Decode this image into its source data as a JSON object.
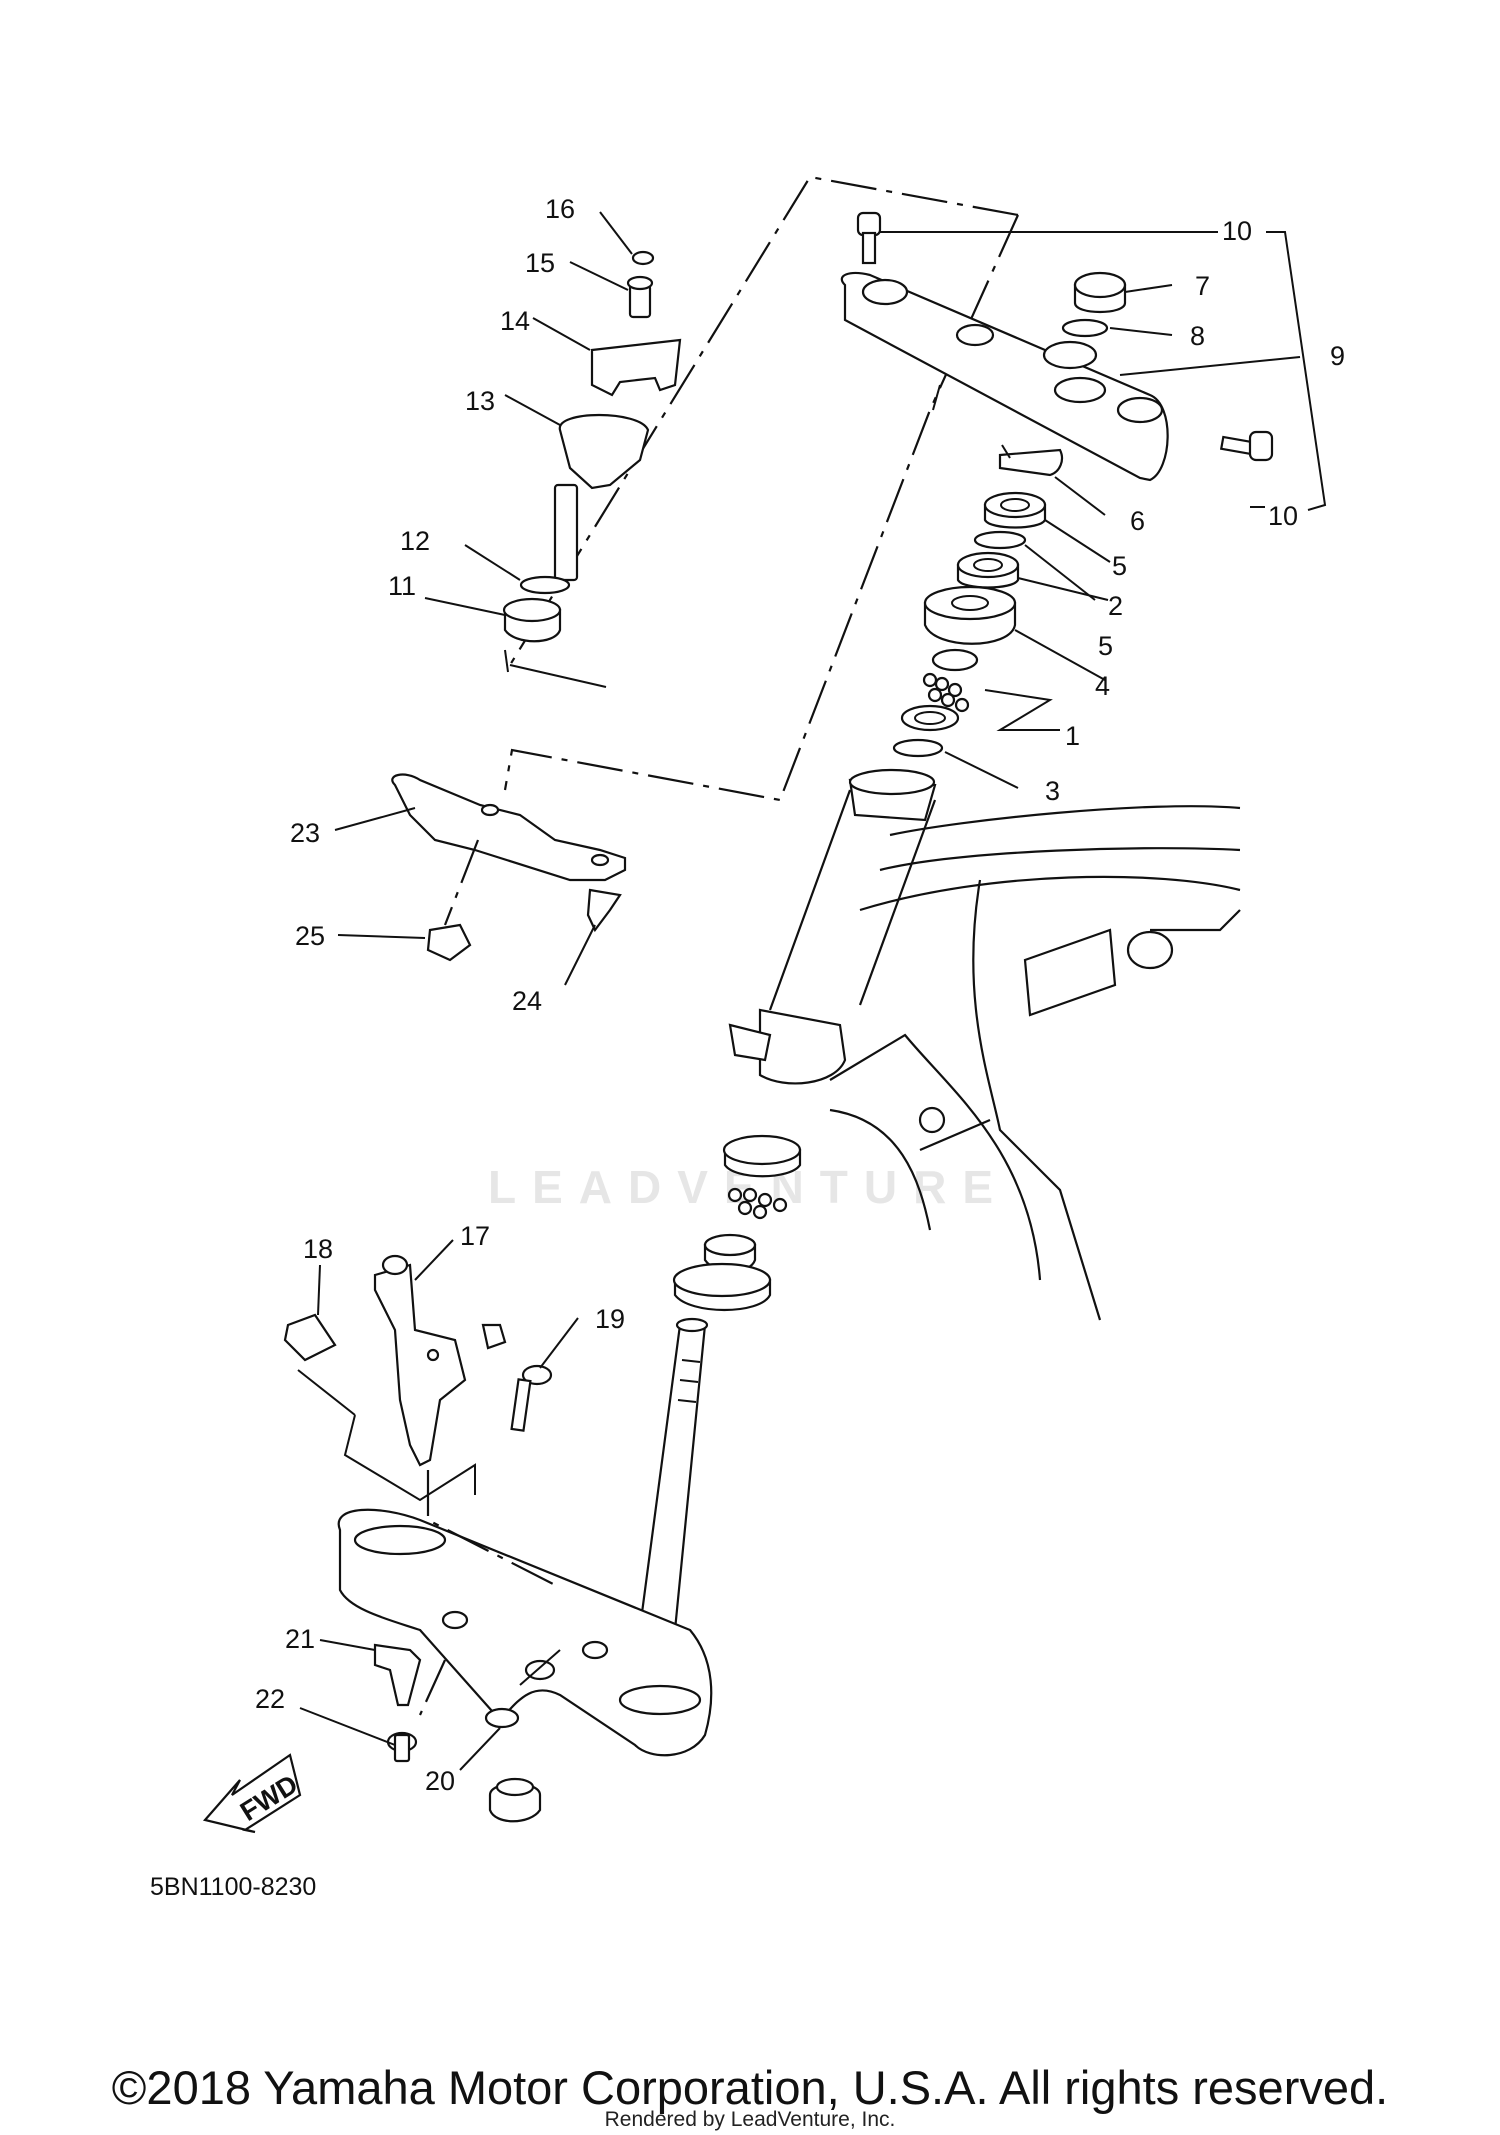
{
  "diagram_code": "5BN1100-8230",
  "copyright": "©2018 Yamaha Motor Corporation, U.S.A. All rights reserved.",
  "rendered_by": "Rendered by LeadVenture, Inc.",
  "watermark": "LEADVENTURE",
  "fwd_label": "FWD",
  "callouts": [
    "1",
    "2",
    "3",
    "4",
    "5",
    "5",
    "6",
    "7",
    "8",
    "9",
    "10",
    "10",
    "11",
    "12",
    "13",
    "14",
    "15",
    "16",
    "17",
    "18",
    "19",
    "20",
    "21",
    "22",
    "23",
    "24",
    "25"
  ]
}
